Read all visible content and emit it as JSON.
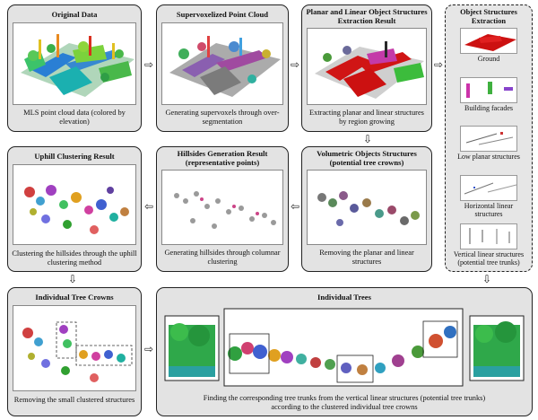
{
  "panels": {
    "original": {
      "title": "Original Data",
      "caption": "MLS point cloud data (colored by elevation)"
    },
    "supervoxel": {
      "title": "Supervoxelized Point Cloud",
      "caption": "Generating supervoxels through over-segmentation"
    },
    "planar": {
      "title": "Planar and Linear Object Structures Extraction Result",
      "caption": "Extracting planar and linear structures by region growing"
    },
    "volumetric": {
      "title": "Volumetric Objects Structures (potential tree crowns)",
      "caption": "Removing the planar and linear structures"
    },
    "hillsides": {
      "title": "Hillsides Generation Result (representative points)",
      "caption": "Generating hillsides through columnar clustering"
    },
    "uphill": {
      "title": "Uphill Clustering Result",
      "caption": "Clustering the hillsides through the uphill clustering method"
    },
    "crowns": {
      "title": "Individual Tree Crowns",
      "caption": "Removing the small clustered structures"
    },
    "trees": {
      "title": "Individual Trees",
      "caption": "Finding the corresponding tree trunks from the vertical linear structures (potential tree trunks) according to the clustered individual tree crowns"
    }
  },
  "object_structures": {
    "title": "Object Structures Extraction",
    "items": [
      {
        "label": "Ground"
      },
      {
        "label": "Building facades"
      },
      {
        "label": "Low planar structures"
      },
      {
        "label": "Horizontal linear structures"
      },
      {
        "label": "Vertical linear structures (potential tree trunks)"
      }
    ]
  },
  "colors": {
    "panel_bg": "#e3e3e3",
    "border": "#222222",
    "ground_red": "#cc1111",
    "facade_magenta": "#cc33aa",
    "tree_green": "#2fa84a"
  },
  "icons": [
    "arrow-right-icon",
    "arrow-down-icon",
    "arrow-left-icon"
  ]
}
